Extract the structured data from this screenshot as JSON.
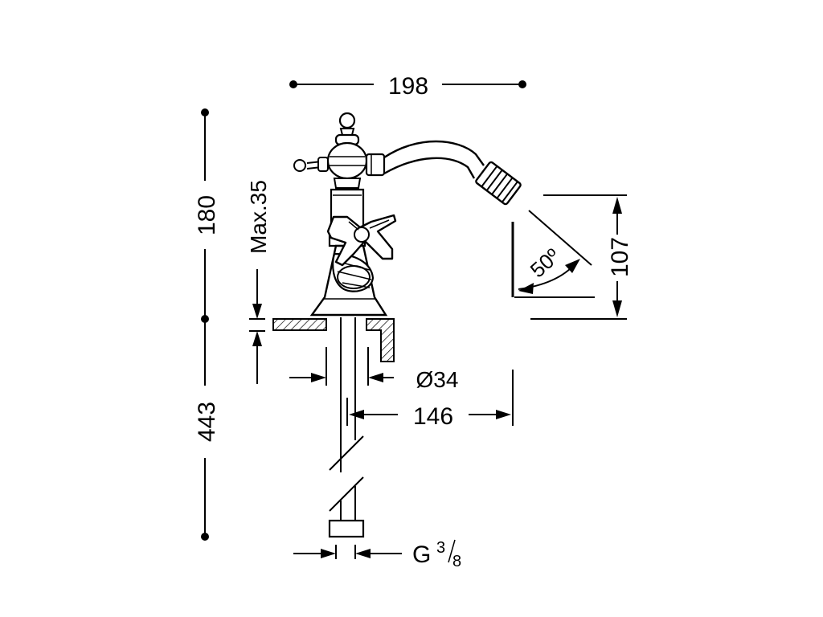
{
  "dimensions": {
    "width_top": "198",
    "height_body": "180",
    "max_deck": "Max.35",
    "height_below": "443",
    "spray_height": "107",
    "spray_angle": "50º",
    "pipe_diameter": "Ø34",
    "spout_reach": "146",
    "connection_g": "G",
    "connection_num": "3",
    "connection_den": "8"
  },
  "colors": {
    "line": "#000000",
    "background": "#ffffff"
  }
}
